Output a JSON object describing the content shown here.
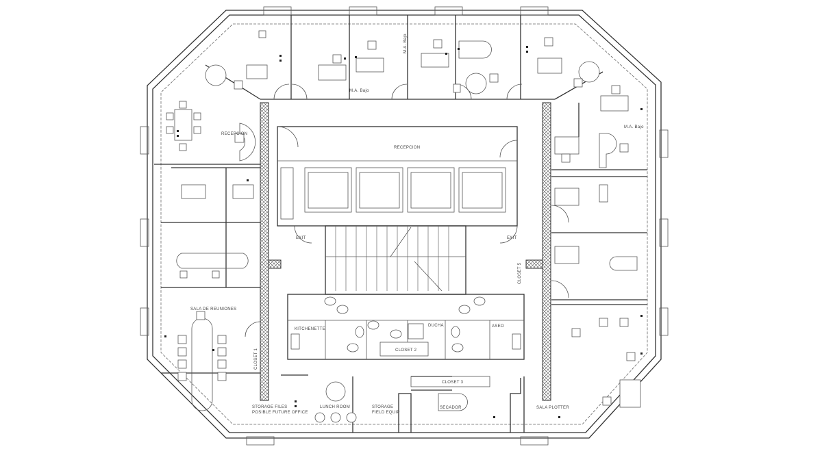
{
  "title": "Office floor plan",
  "labels": {
    "reception_left": "RECEPCION",
    "reception_core": "RECEPCION",
    "meeting_room": "SALA DE REUNIONES",
    "ma_bajo_1": "M.A. Bajo",
    "ma_bajo_2": "M.A. Bajo",
    "ma_bajo_3": "M.A. Bajo",
    "exit_left": "EXIT",
    "exit_right": "EXIT",
    "closet_1": "CLOSET 1",
    "closet_2": "CLOSET 2",
    "closet_3": "CLOSET 3",
    "closet_5": "CLOSET 5",
    "kitchenette": "KITCHENETTE",
    "ducha": "DUCHA",
    "aseo": "ASEO",
    "storage_files_1": "STORAGE FILES",
    "storage_files_2": "POSIBLE FUTURE OFFICE",
    "lunch_room": "LUNCH ROOM",
    "storage_field_1": "STORAGE",
    "storage_field_2": "FIELD EQUIP",
    "secador": "SECADOR",
    "sala_plotter": "SALA PLOTTER"
  }
}
